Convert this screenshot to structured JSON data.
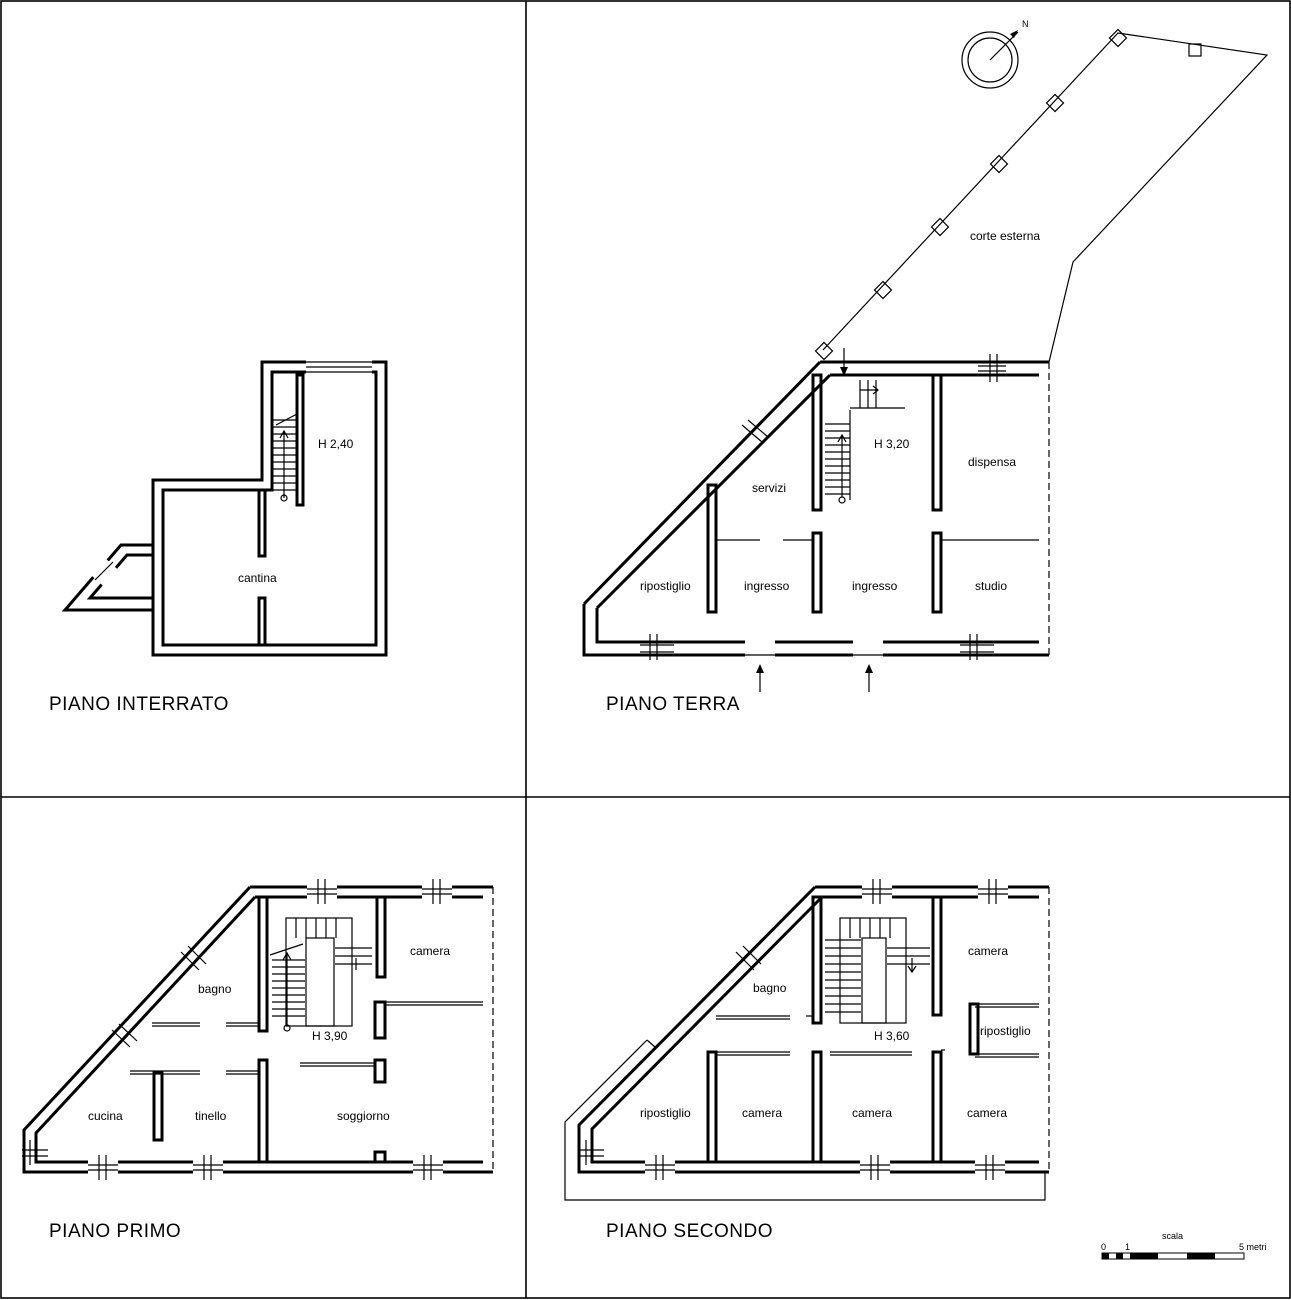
{
  "floors": {
    "interrato": {
      "title": "PIANO INTERRATO",
      "height": "H 2,40",
      "rooms": [
        "cantina"
      ]
    },
    "terra": {
      "title": "PIANO TERRA",
      "height": "H 3,20",
      "rooms": [
        "corte esterna",
        "servizi",
        "dispensa",
        "ripostiglio",
        "ingresso",
        "ingresso",
        "studio"
      ]
    },
    "primo": {
      "title": "PIANO PRIMO",
      "height": "H 3,90",
      "rooms": [
        "camera",
        "bagno",
        "cucina",
        "tinello",
        "soggiorno"
      ]
    },
    "secondo": {
      "title": "PIANO SECONDO",
      "height": "H 3,60",
      "rooms": [
        "camera",
        "bagno",
        "ripostiglio",
        "ripostiglio",
        "camera",
        "camera",
        "camera"
      ]
    }
  },
  "compass": {
    "label": "N"
  },
  "scale": {
    "label": "scala",
    "ticks": [
      "0",
      "1",
      "5 metri"
    ]
  }
}
